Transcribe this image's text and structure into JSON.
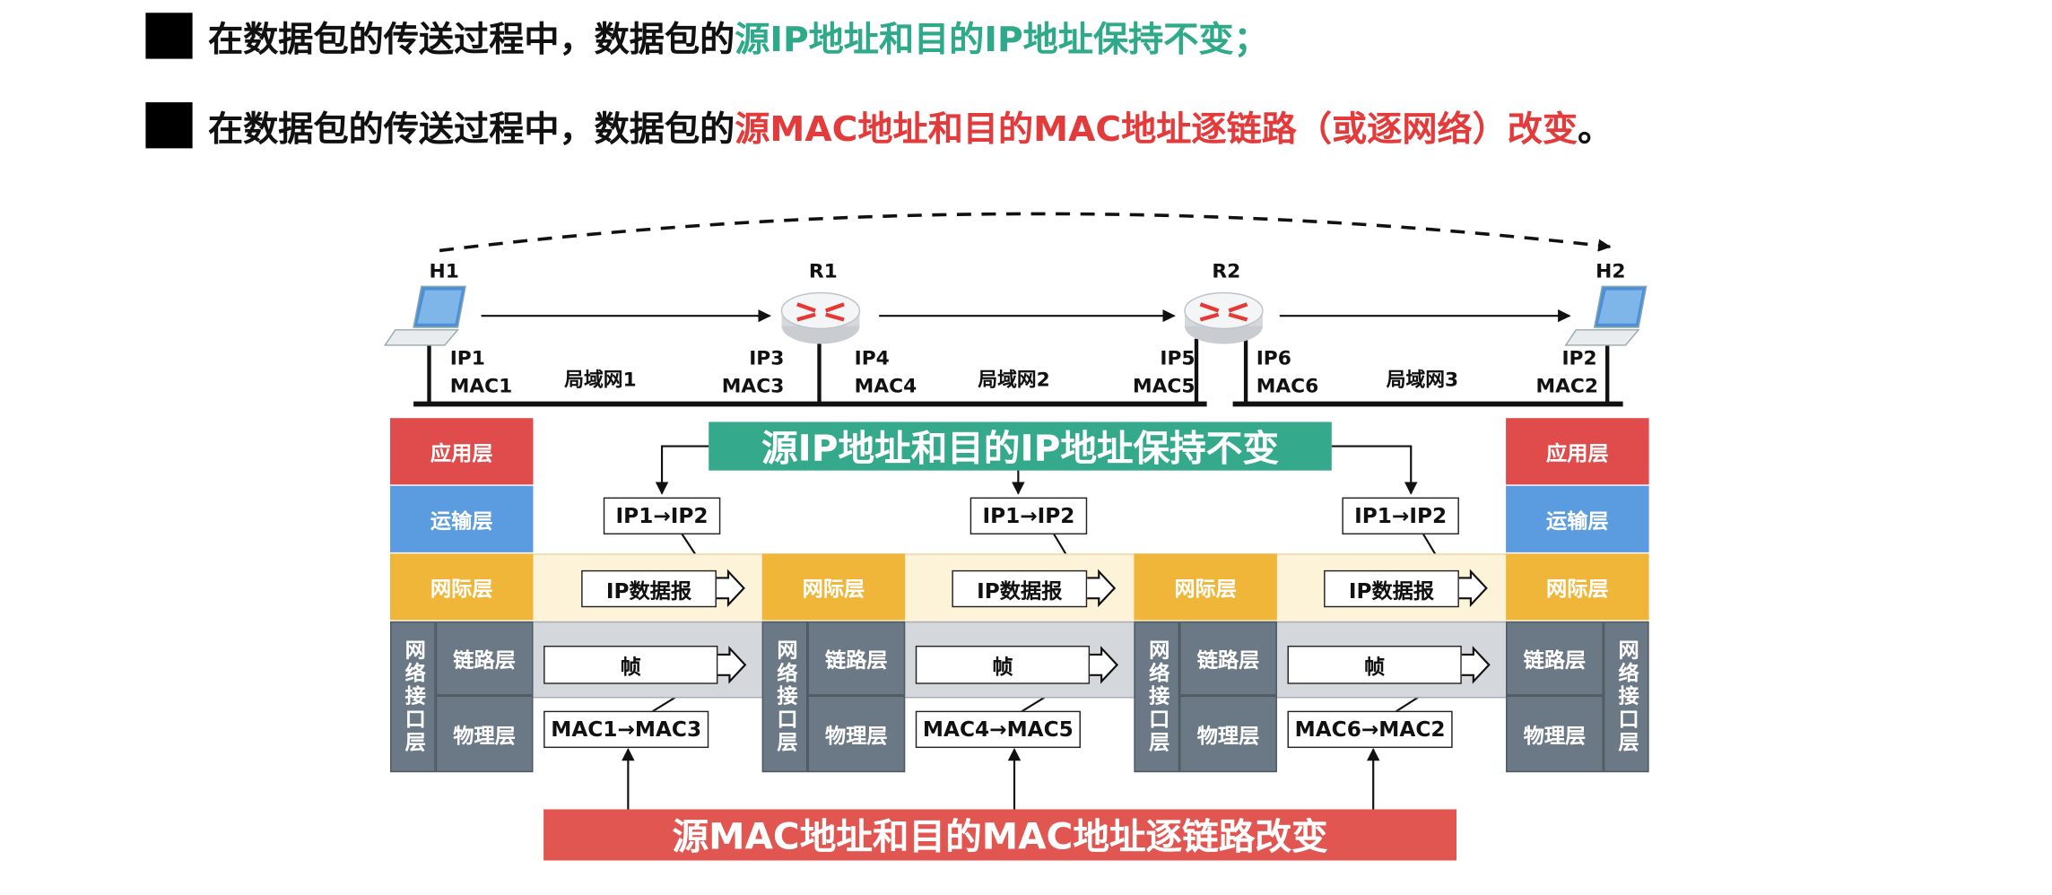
{
  "bullets": [
    {
      "prefix": "在数据包的传送过程中，数据包的",
      "highlight": "源IP地址和目的IP地址保持不变",
      "suffix": "；",
      "color": "#2ea98a"
    },
    {
      "prefix": "在数据包的传送过程中，数据包的",
      "highlight": "源MAC地址和目的MAC地址逐链路（或逐网络）改变",
      "suffix": "。",
      "color": "#e33b3b"
    }
  ],
  "nodes": {
    "h1": "H1",
    "r1": "R1",
    "r2": "R2",
    "h2": "H2"
  },
  "lans": [
    {
      "name": "局域网1",
      "left_ip": "IP1",
      "left_mac": "MAC1",
      "right_ip": "IP3",
      "right_mac": "MAC3"
    },
    {
      "name": "局域网2",
      "left_ip": "IP4",
      "left_mac": "MAC4",
      "right_ip": "IP5",
      "right_mac": "MAC5"
    },
    {
      "name": "局域网3",
      "left_ip": "IP6",
      "left_mac": "MAC6",
      "right_ip": "IP2",
      "right_mac": "MAC2"
    }
  ],
  "layers": {
    "application": "应用层",
    "transport": "运输层",
    "network": "网际层",
    "netif": "网络接口层",
    "link": "链路层",
    "physical": "物理层"
  },
  "ip_banner": "源IP地址和目的IP地址保持不变",
  "mac_banner": "源MAC地址和目的MAC地址逐链路改变",
  "ip_pairs": [
    "IP1→IP2",
    "IP1→IP2",
    "IP1→IP2"
  ],
  "ip_datagram": "IP数据报",
  "frame": "帧",
  "mac_pairs": [
    "MAC1→MAC3",
    "MAC4→MAC5",
    "MAC6→MAC2"
  ],
  "colors": {
    "teal": "#2ea98a",
    "red": "#e33b3b",
    "application": "#e04b4b",
    "transport": "#5b9be0",
    "network": "#f0b63a",
    "netif": "#6b7885"
  }
}
